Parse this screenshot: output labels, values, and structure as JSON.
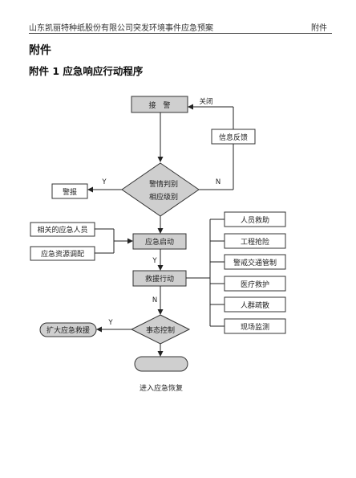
{
  "header": {
    "company_doc": "山东凯丽特种纸股份有限公司突发环境事件应急预案",
    "right": "附件"
  },
  "section_title": "附件",
  "figure_title": "附件 1 应急响应行动程序",
  "flow": {
    "receive": "接　警",
    "close": "关闭",
    "feedback": "信息反馈",
    "judge_line1": "警情判别",
    "judge_line2": "相应级别",
    "alarm": "警报",
    "y1": "Y",
    "n1": "N",
    "related_staff": "相关的应急人员",
    "resources": "应急资源调配",
    "start": "应急启动",
    "y2": "Y",
    "rescue": "救援行动",
    "n2": "N",
    "y3": "Y",
    "expand": "扩大应急救援",
    "control": "事态控制",
    "enter_recovery": "进入应急恢复",
    "actions": [
      "人员救助",
      "工程抢险",
      "警戒交通管制",
      "医疗救护",
      "人群疏散",
      "现场监测"
    ]
  }
}
